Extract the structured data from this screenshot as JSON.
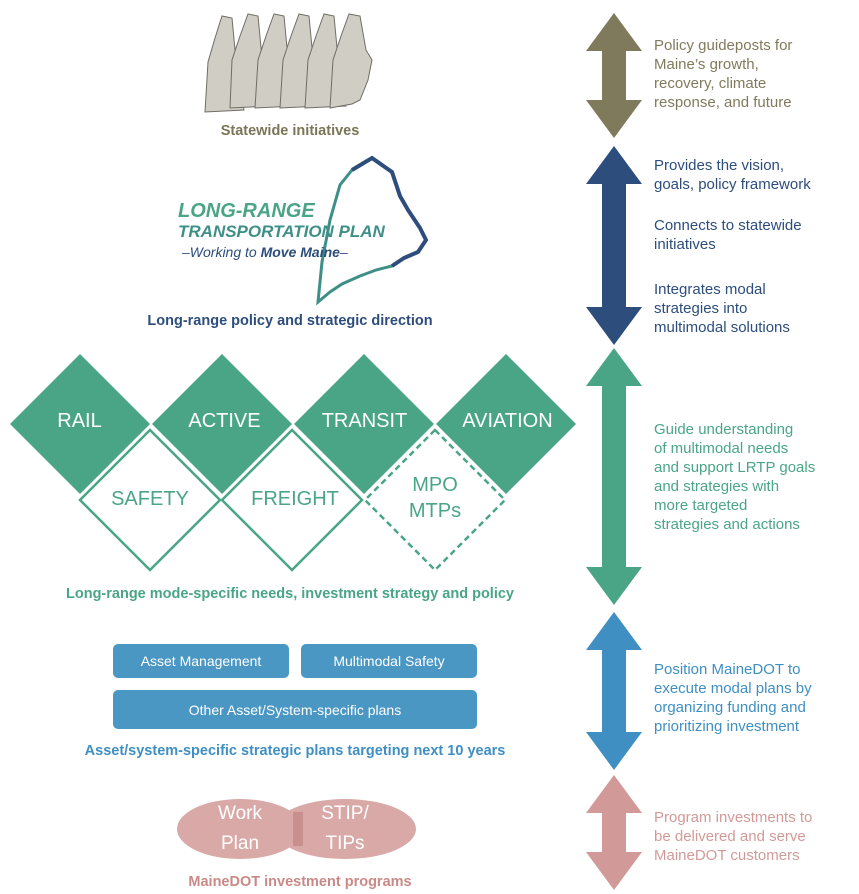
{
  "statewide": {
    "caption": "Statewide initiatives"
  },
  "lrtp": {
    "logo_line1": "LONG-RANGE",
    "logo_line2": "TRANSPORTATION PLAN",
    "logo_line3_prefix": "–Working to ",
    "logo_line3_bold": "Move Maine",
    "logo_line3_suffix": "–",
    "caption": "Long-range policy and strategic direction"
  },
  "modes": {
    "top": [
      "RAIL",
      "ACTIVE",
      "TRANSIT",
      "AVIATION"
    ],
    "bottom": [
      "SAFETY",
      "FREIGHT"
    ],
    "mpo_line1": "MPO",
    "mpo_line2": "MTPs",
    "caption": "Long-range mode-specific needs, investment strategy and policy"
  },
  "asset": {
    "pill_asset": "Asset Management",
    "pill_multimodal": "Multimodal Safety",
    "pill_other": "Other Asset/System-specific plans",
    "caption": "Asset/system-specific strategic plans targeting next 10 years"
  },
  "programs": {
    "work_line1": "Work",
    "work_line2": "Plan",
    "stip_line1": "STIP/",
    "stip_line2": "TIPs",
    "caption": "MaineDOT investment programs"
  },
  "right_panel": {
    "policy": [
      "Policy guideposts for",
      "Maine’s growth,",
      "recovery, climate",
      "response, and future"
    ],
    "lrtp_a": [
      "Provides the vision,",
      "goals, policy framework"
    ],
    "lrtp_b": [
      "Connects to statewide",
      "initiatives"
    ],
    "lrtp_c": [
      "Integrates modal",
      "strategies into",
      "multimodal solutions"
    ],
    "modal": [
      "Guide understanding",
      "of multimodal needs",
      "and support LRTP goals",
      "and strategies with",
      "more targeted",
      "strategies and actions"
    ],
    "asset": [
      "Position MaineDOT to",
      "execute modal plans by",
      "organizing funding and",
      "prioritizing investment"
    ],
    "program": [
      "Program investments to",
      "be delivered and serve",
      "MaineDOT customers"
    ]
  },
  "colors": {
    "olive": "#807a5c",
    "navy": "#2d4d7c",
    "teal": "#4aa587",
    "blue": "#3f8fc2",
    "rose": "#d19a98",
    "map_gray": "#c9c8c0",
    "logo_green": "#3e8f87"
  }
}
